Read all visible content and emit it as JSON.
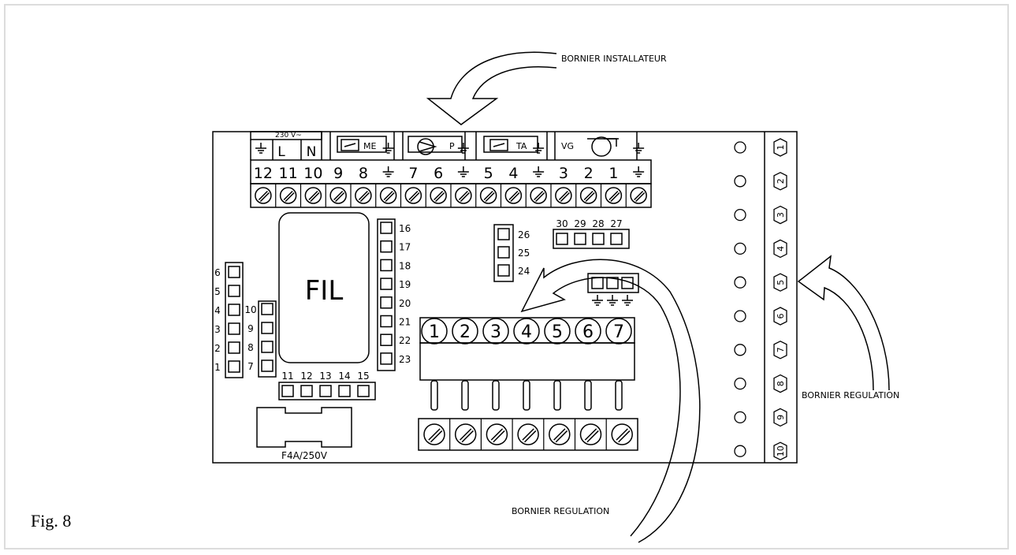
{
  "figure": {
    "caption": "Fig. 8",
    "label_installateur": "BORNIER INSTALLATEUR",
    "label_regulation_right": "BORNIER REGULATION",
    "label_regulation_bottom": "BORNIER REGULATION"
  },
  "top_terminal": {
    "voltage_label": "230 V~",
    "symbols": {
      "L": "L",
      "N": "N",
      "ME": "ME",
      "P": "P",
      "TA": "TA",
      "VG": "VG"
    },
    "numbers": [
      "12",
      "11",
      "10",
      "9",
      "8",
      "⏚",
      "7",
      "6",
      "⏚",
      "5",
      "4",
      "⏚",
      "3",
      "2",
      "1",
      "⏚"
    ]
  },
  "filter": {
    "label": "FIL"
  },
  "fuse": {
    "label": "F4A/250V"
  },
  "left_pins": [
    "6",
    "5",
    "4",
    "3",
    "2",
    "1"
  ],
  "mid_pins": [
    "10",
    "9",
    "8",
    "7"
  ],
  "bottom_pins": [
    "11",
    "12",
    "13",
    "14",
    "15"
  ],
  "vertical_pins": [
    "16",
    "17",
    "18",
    "19",
    "20",
    "21",
    "22",
    "23"
  ],
  "small_pins": [
    "26",
    "25",
    "24"
  ],
  "top_right_pins": [
    "30",
    "29",
    "28",
    "27"
  ],
  "regulation_block": [
    "1",
    "2",
    "3",
    "4",
    "5",
    "6",
    "7"
  ],
  "right_terminals": [
    "1",
    "2",
    "3",
    "4",
    "5",
    "6",
    "7",
    "8",
    "9",
    "10"
  ]
}
